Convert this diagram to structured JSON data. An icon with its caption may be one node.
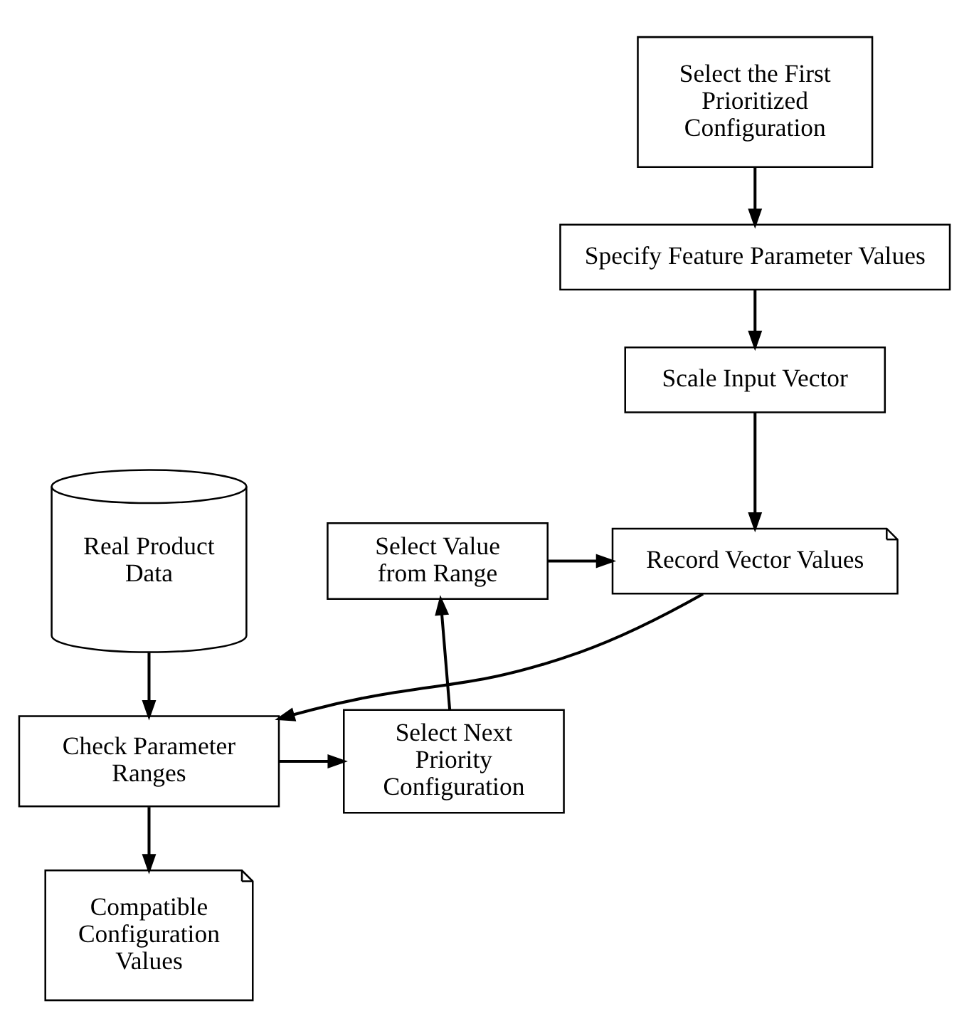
{
  "diagram": {
    "nodes": [
      {
        "text": [
          "Select the First Prioritized Configuration"
        ]
      },
      {
        "text": [
          "Specify Feature Parameter Values"
        ]
      },
      {
        "text": [
          "Scale Input Vector"
        ]
      },
      {
        "text": [
          "Record Vector Values"
        ]
      },
      {
        "text": [
          "Real Product Data"
        ]
      },
      {
        "text": [
          "Select Value from Range"
        ]
      },
      {
        "text": [
          "Check Parameter Ranges"
        ]
      },
      {
        "text": [
          "Select Next Priority Configuration"
        ]
      },
      {
        "text": [
          "Compatible Configuration Values"
        ]
      }
    ],
    "edges": [
      {
        "from": 0,
        "to": 1,
        "arrow": "to"
      },
      {
        "from": 1,
        "to": 2,
        "arrow": "to"
      },
      {
        "from": 2,
        "to": 3,
        "arrow": "to"
      },
      {
        "from": 5,
        "to": 3,
        "arrow": "to"
      },
      {
        "from": 3,
        "to": 6,
        "arrow": "to"
      },
      {
        "from": 4,
        "to": 6,
        "arrow": "to"
      },
      {
        "from": 6,
        "to": 7,
        "arrow": "to"
      },
      {
        "from": 7,
        "to": 5,
        "arrow": "to"
      },
      {
        "from": 6,
        "to": 8,
        "arrow": "to"
      }
    ]
  }
}
